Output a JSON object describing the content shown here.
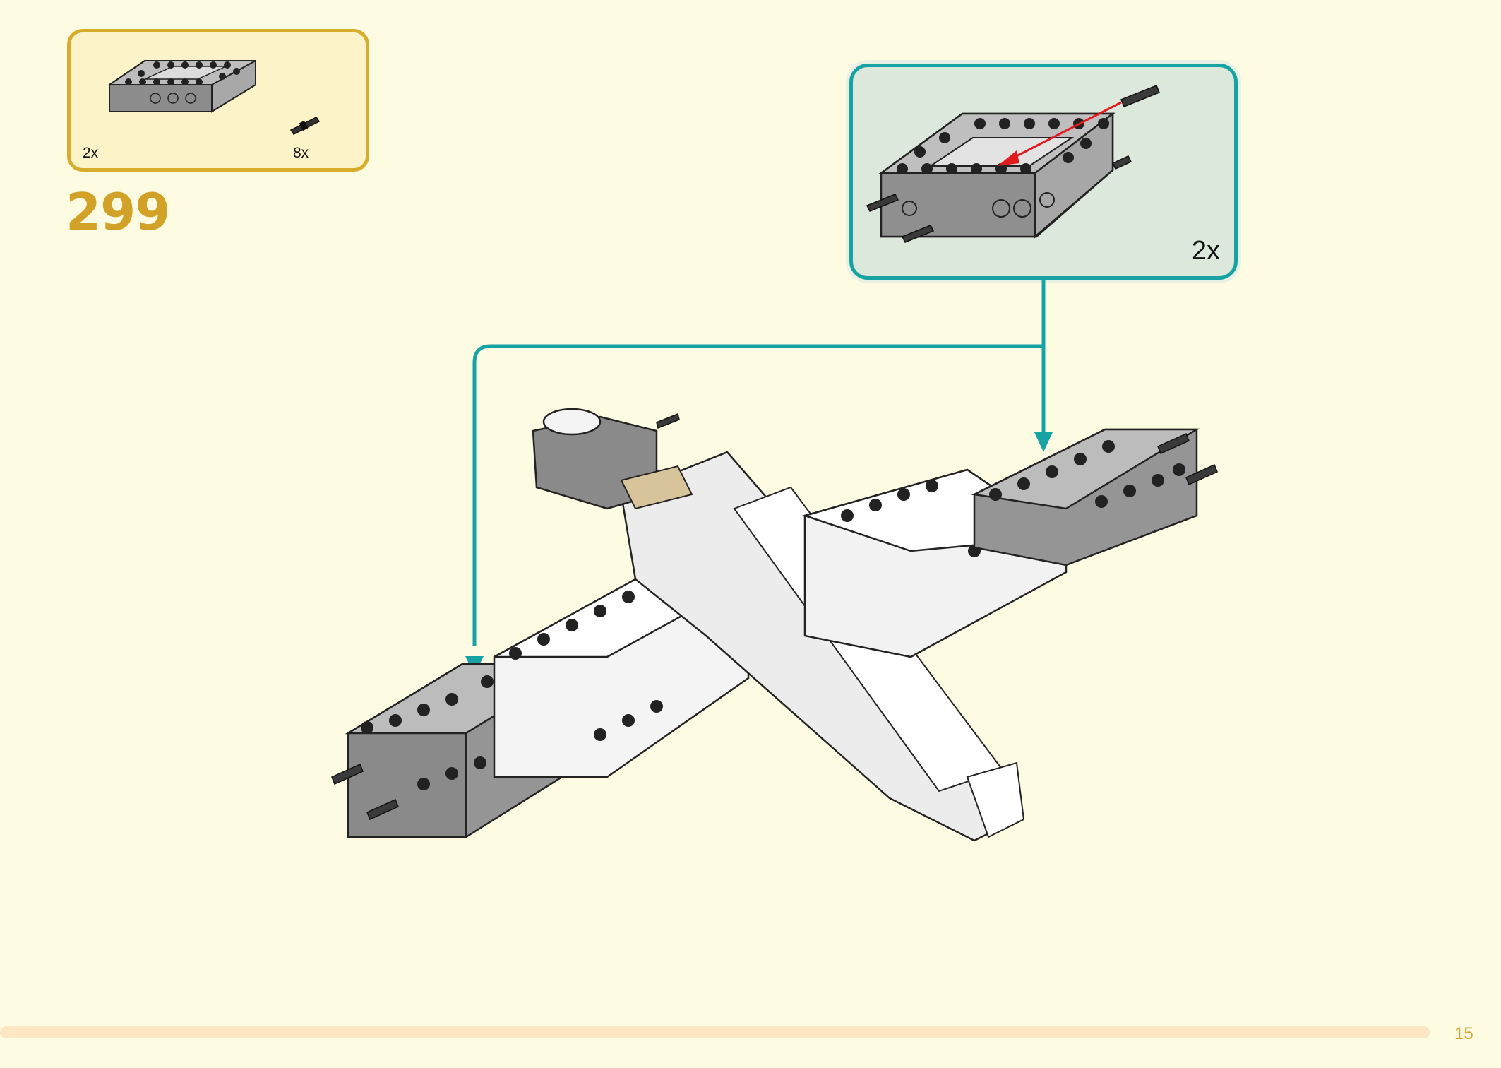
{
  "step": {
    "number": "299"
  },
  "parts_list": {
    "items": [
      {
        "name": "technic-frame-brick-gray",
        "quantity": "2x"
      },
      {
        "name": "technic-pin-black",
        "quantity": "8x"
      }
    ]
  },
  "sub_assembly": {
    "quantity": "2x"
  },
  "footer": {
    "page_number": "15"
  },
  "colors": {
    "background": "#fefbe3",
    "parts_box_border": "#d9ad2c",
    "callout_teal": "#17a3a3",
    "step_number": "#d2a228",
    "arrow_red": "#e01b1b"
  }
}
